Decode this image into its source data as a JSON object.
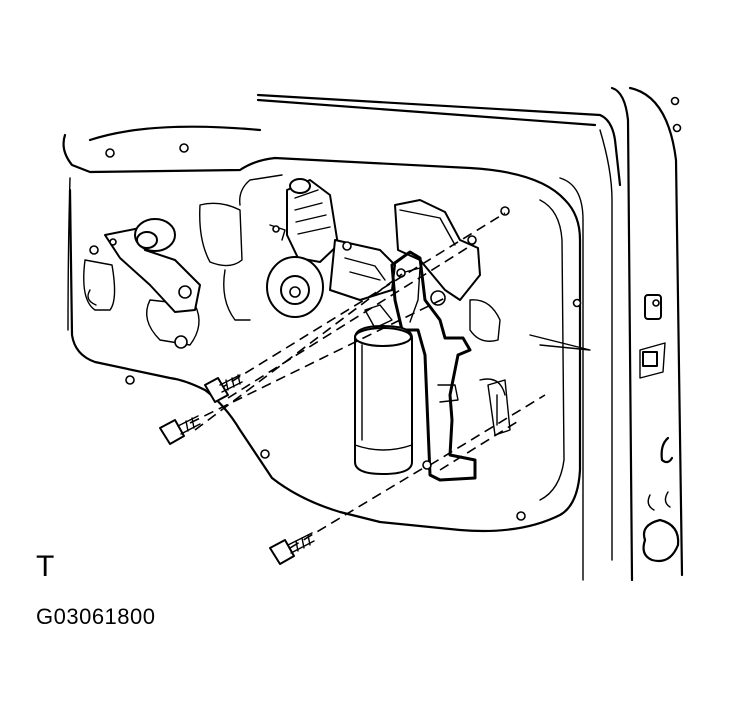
{
  "diagram": {
    "view_label": "T",
    "figure_code": "G03061800"
  },
  "parts": [
    "door-panel",
    "window-regulator-motor",
    "capacitor",
    "mounting-bracket",
    "bolt",
    "door-frame"
  ],
  "colors": {
    "line": "#000000",
    "background": "#ffffff"
  }
}
